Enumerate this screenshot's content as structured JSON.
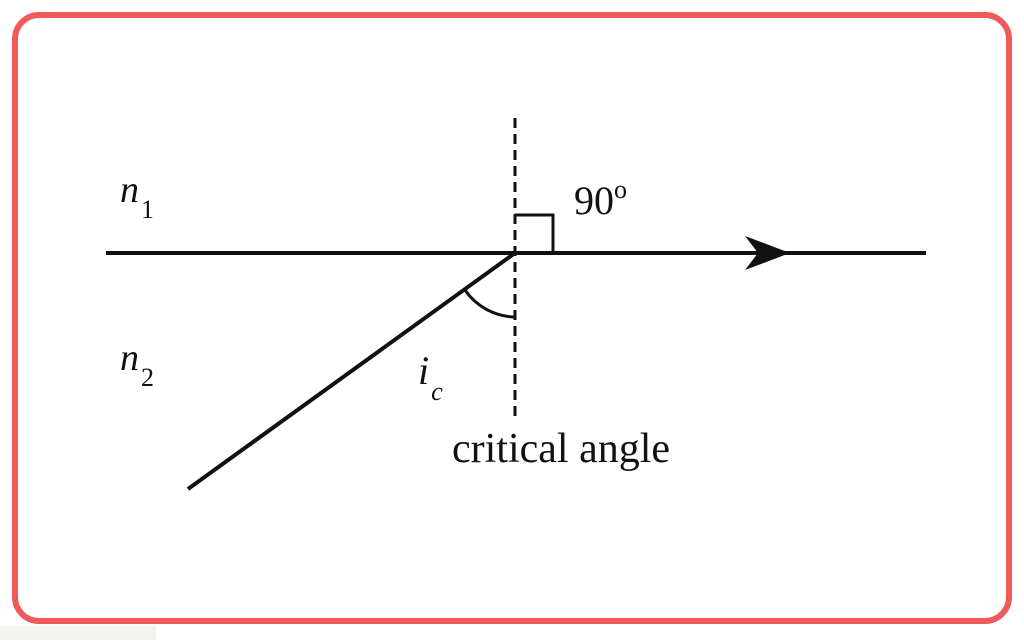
{
  "colors": {
    "border": "#f05a5a",
    "line": "#111111",
    "background": "#ffffff"
  },
  "labels": {
    "n1_base": "n",
    "n1_sub": "1",
    "n2_base": "n",
    "n2_sub": "2",
    "right_angle": "90",
    "right_angle_sup": "o",
    "ic_base": "i",
    "ic_sub": "c",
    "caption": "critical angle"
  }
}
